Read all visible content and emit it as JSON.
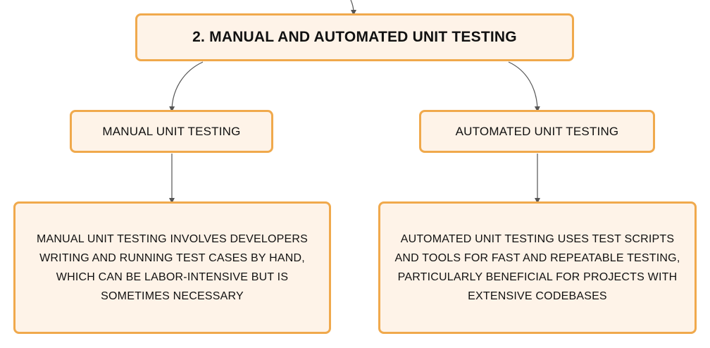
{
  "diagram": {
    "root": {
      "label": "2. MANUAL AND AUTOMATED UNIT TESTING"
    },
    "branches": [
      {
        "label": "MANUAL UNIT TESTING",
        "description": "MANUAL UNIT TESTING INVOLVES DEVELOPERS WRITING AND RUNNING TEST CASES BY HAND, WHICH CAN BE LABOR-INTENSIVE BUT IS SOMETIMES NECESSARY"
      },
      {
        "label": "AUTOMATED UNIT TESTING",
        "description": "AUTOMATED UNIT TESTING USES TEST SCRIPTS AND TOOLS FOR FAST AND REPEATABLE TESTING, PARTICULARLY BENEFICIAL FOR PROJECTS WITH EXTENSIVE CODEBASES"
      }
    ]
  },
  "colors": {
    "node_fill": "#fef3e8",
    "node_border": "#f0a94c",
    "connector": "#555555",
    "text": "#111111"
  }
}
